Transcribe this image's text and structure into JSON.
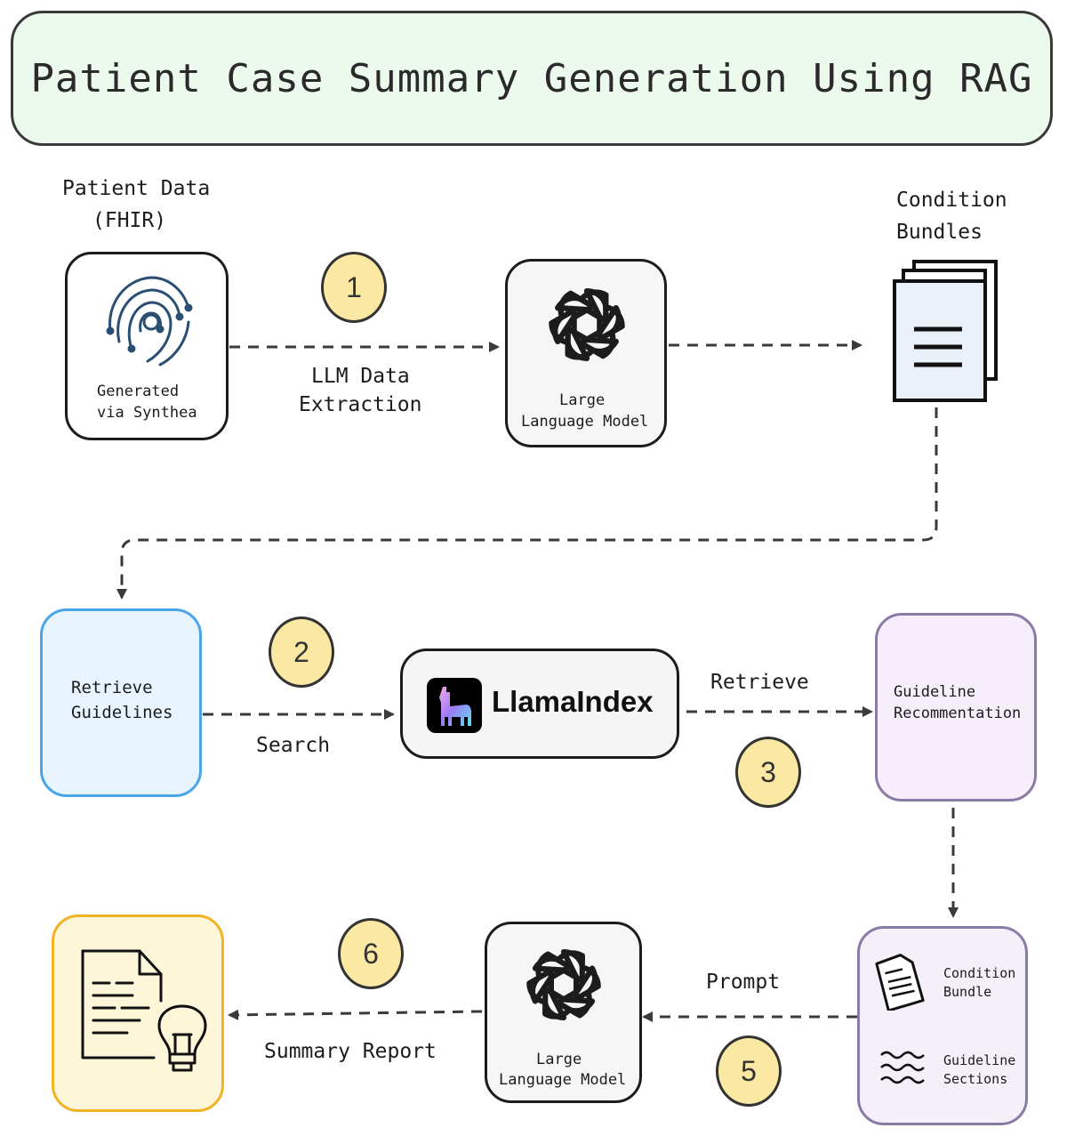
{
  "title": "Patient Case Summary Generation Using RAG",
  "patient": {
    "heading_line1": "Patient Data",
    "heading_line2": "(FHIR)",
    "caption_line1": "Generated",
    "caption_line2": "via Synthea"
  },
  "llm_top": {
    "caption_line1": "Large",
    "caption_line2": "Language Model"
  },
  "condition_bundles": {
    "line1": "Condition",
    "line2": "Bundles"
  },
  "edge_labels": {
    "extraction_line1": "LLM Data",
    "extraction_line2": "Extraction",
    "search": "Search",
    "retrieve": "Retrieve",
    "prompt": "Prompt",
    "summary": "Summary Report"
  },
  "retrieve_guidelines": {
    "line1": "Retrieve",
    "line2": "Guidelines"
  },
  "llamaindex": {
    "label": "LlamaIndex"
  },
  "guideline_rec": {
    "line1": "Guideline",
    "line2": "Recommentation"
  },
  "inputs": {
    "bundle_line1": "Condition",
    "bundle_line2": "Bundle",
    "sections_line1": "Guideline",
    "sections_line2": "Sections"
  },
  "llm_bottom": {
    "caption_line1": "Large",
    "caption_line2": "Language Model"
  },
  "steps": [
    "1",
    "2",
    "3",
    "5",
    "6"
  ],
  "colors": {
    "title_bg": "#ecfaee",
    "step_fill": "#fbe9a3",
    "retrieve_fill": "#e8f4fd",
    "retrieve_border": "#4aa5e8",
    "guideline_fill": "#f6effb",
    "guideline_border": "#8a7aa6",
    "report_fill": "#fdf6d8",
    "report_border": "#f0b323"
  },
  "icons": {
    "patient": "fingerprint-icon",
    "llm": "openai-logo-icon",
    "bundles": "document-stack-icon",
    "llamaindex": "llama-logo-icon",
    "bundle_doc": "document-icon",
    "sections": "wavy-lines-icon",
    "report": "report-lightbulb-icon"
  }
}
